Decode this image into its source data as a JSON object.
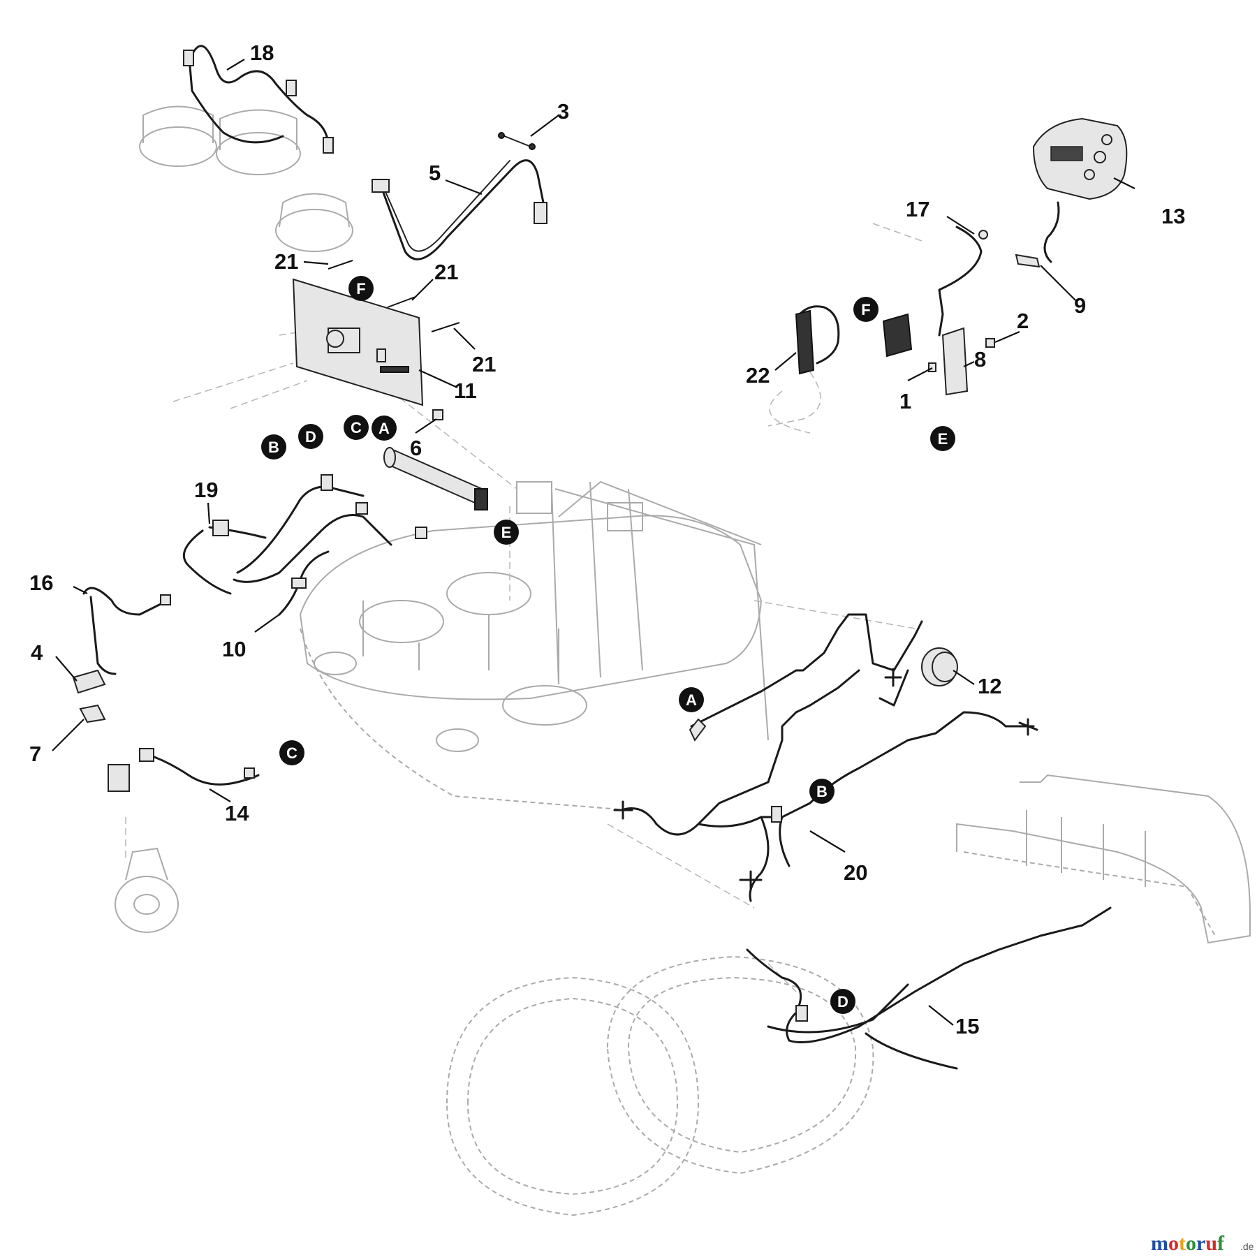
{
  "callouts": [
    {
      "id": "18",
      "label": "18"
    },
    {
      "id": "3",
      "label": "3"
    },
    {
      "id": "5",
      "label": "5"
    },
    {
      "id": "13",
      "label": "13"
    },
    {
      "id": "17",
      "label": "17"
    },
    {
      "id": "21a",
      "label": "21"
    },
    {
      "id": "21b",
      "label": "21"
    },
    {
      "id": "21c",
      "label": "21"
    },
    {
      "id": "9",
      "label": "9"
    },
    {
      "id": "2",
      "label": "2"
    },
    {
      "id": "8",
      "label": "8"
    },
    {
      "id": "22",
      "label": "22"
    },
    {
      "id": "1",
      "label": "1"
    },
    {
      "id": "11",
      "label": "11"
    },
    {
      "id": "6",
      "label": "6"
    },
    {
      "id": "19",
      "label": "19"
    },
    {
      "id": "16",
      "label": "16"
    },
    {
      "id": "4",
      "label": "4"
    },
    {
      "id": "7",
      "label": "7"
    },
    {
      "id": "10",
      "label": "10"
    },
    {
      "id": "12",
      "label": "12"
    },
    {
      "id": "14",
      "label": "14"
    },
    {
      "id": "20",
      "label": "20"
    },
    {
      "id": "15",
      "label": "15"
    }
  ],
  "connector_badges": [
    {
      "id": "F1",
      "label": "F"
    },
    {
      "id": "F2",
      "label": "F"
    },
    {
      "id": "E1",
      "label": "E"
    },
    {
      "id": "E2",
      "label": "E"
    },
    {
      "id": "B1",
      "label": "B"
    },
    {
      "id": "D1",
      "label": "D"
    },
    {
      "id": "C1",
      "label": "C"
    },
    {
      "id": "A1",
      "label": "A"
    },
    {
      "id": "A2",
      "label": "A"
    },
    {
      "id": "C2",
      "label": "C"
    },
    {
      "id": "B2",
      "label": "B"
    },
    {
      "id": "D2",
      "label": "D"
    }
  ],
  "watermark": {
    "letters": [
      {
        "ch": "m",
        "color": "#1f4ea3"
      },
      {
        "ch": "o",
        "color": "#d42a2a"
      },
      {
        "ch": "t",
        "color": "#e8a317"
      },
      {
        "ch": "o",
        "color": "#2b8f3a"
      },
      {
        "ch": "r",
        "color": "#1f4ea3"
      },
      {
        "ch": "u",
        "color": "#d42a2a"
      },
      {
        "ch": "f",
        "color": "#2b8f3a"
      }
    ],
    "suffix": ".de"
  }
}
